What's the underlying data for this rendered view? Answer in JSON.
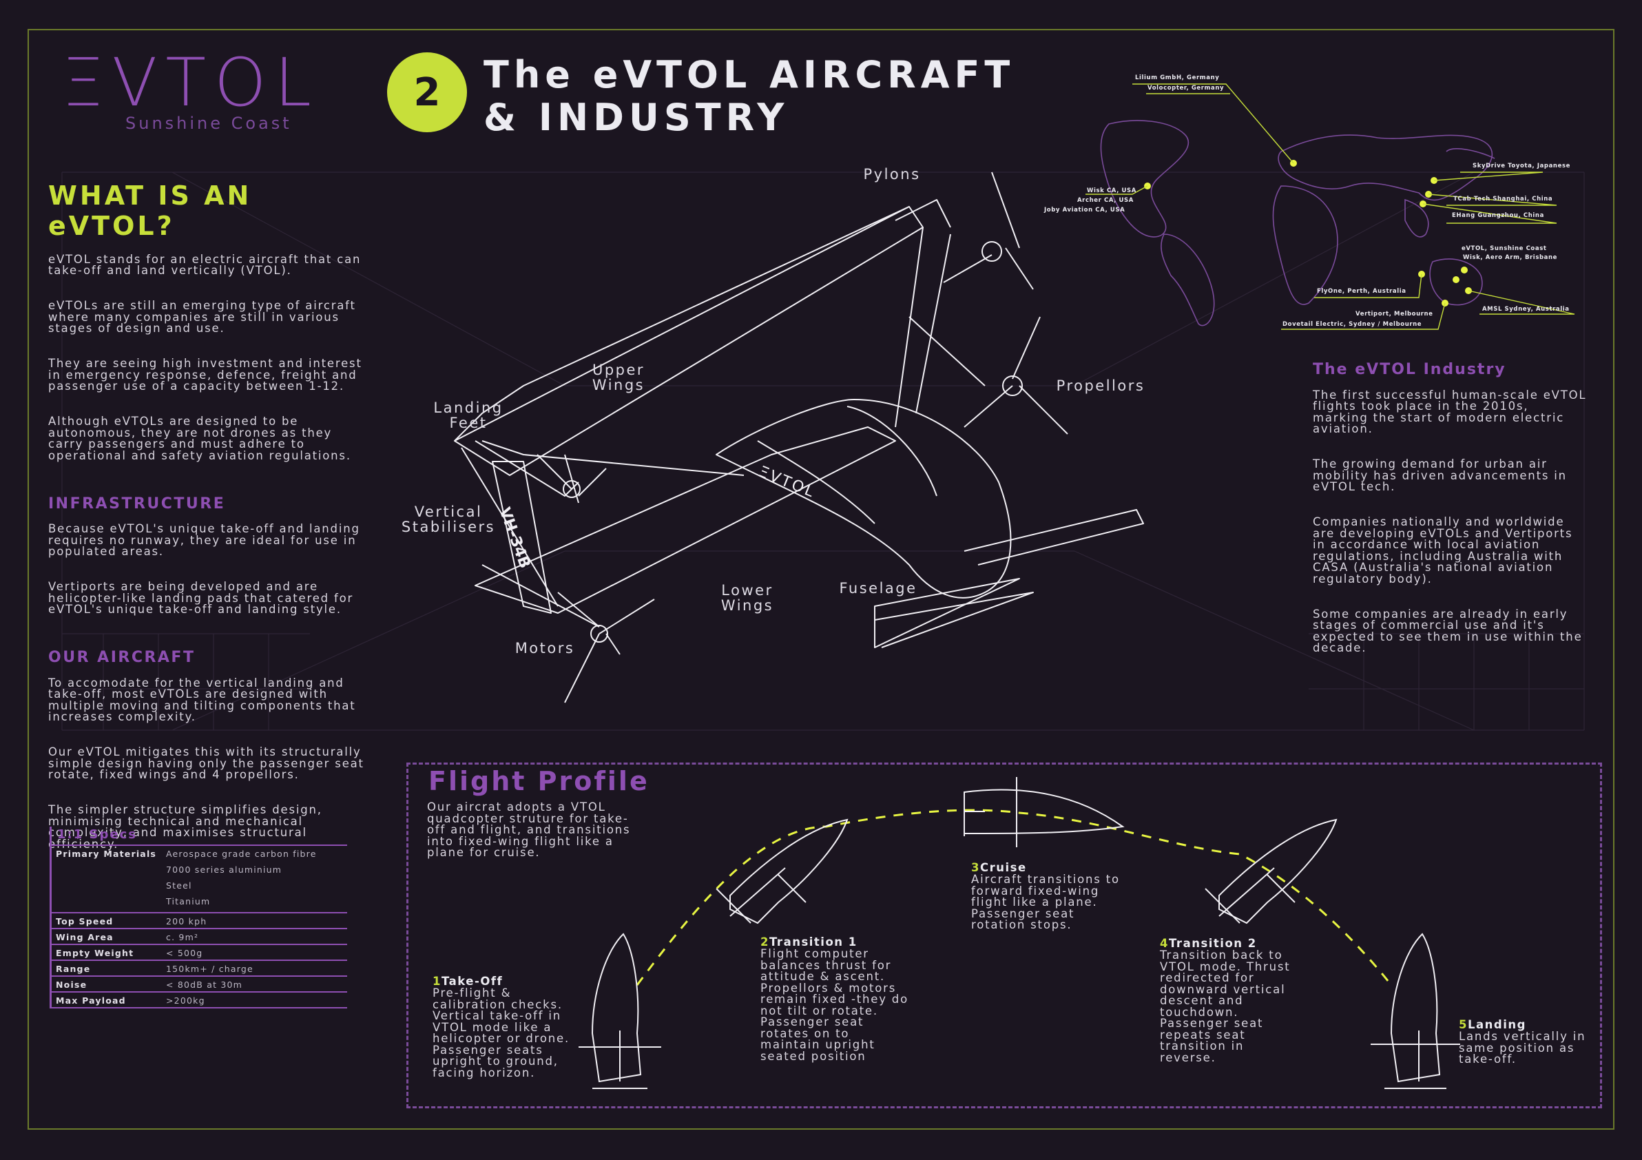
{
  "header": {
    "logo": "ΞVTOL",
    "logo_sub": "Sunshine Coast",
    "badge": "2",
    "title_line1": "The eVTOL AIRCRAFT",
    "title_line2": "& INDUSTRY"
  },
  "what_is": {
    "heading": "WHAT IS AN eVTOL?",
    "paras": [
      "eVTOL stands for an electric aircraft that can take-off and land vertically (VTOL).",
      "eVTOLs are still an emerging type of aircraft where many companies are still in various stages of design and use.",
      "They are seeing high investment and interest in emergency response, defence, freight and passenger use of a capacity between 1-12.",
      "Although eVTOLs are designed to be autonomous, they are not drones as they carry passengers and must adhere to operational and safety aviation regulations."
    ]
  },
  "infrastructure": {
    "heading": "INFRASTRUCTURE",
    "paras": [
      "Because  eVTOL's unique take-off and landing requires no runway, they are ideal for use in populated areas.",
      "Vertiports are being developed and are helicopter-like landing pads that catered for eVTOL's unique take-off and landing style."
    ]
  },
  "our_aircraft": {
    "heading": "OUR AIRCRAFT",
    "paras": [
      "To accomodate for the vertical landing and take-off, most eVTOLs are designed with multiple moving and tilting components that increases complexity.",
      "Our eVTOL mitigates this with its structurally simple design having only the passenger seat rotate, fixed wings and 4 propellors.",
      "The simpler structure simplifies design, minimising technical and mechanical complexity, and maximises structural efficiency."
    ]
  },
  "diagram_labels": {
    "pylons": "Pylons",
    "upper_wings": "Upper\nWings",
    "landing_feet": "Landing\nFeet",
    "propellors": "Propellors",
    "vertical_stabilisers": "Vertical\nStabilisers",
    "lower_wings": "Lower\nWings",
    "fuselage": "Fuselage",
    "motors": "Motors",
    "body_logo": "ΞVTOL",
    "tail_reg": "VH-34B"
  },
  "map_labels": [
    "Lilium GmbH, Germany",
    "Volocopter, Germany",
    "Wisk CA, USA",
    "Archer CA, USA",
    "Joby Aviation CA, USA",
    "SkyDrive Toyota, Japanese",
    "TCab Tech Shanghai, China",
    "EHang Guangzhou, China",
    "eVTOL, Sunshine Coast",
    "Wisk, Aero Arm, Brisbane",
    "FlyOne, Perth, Australia",
    "AMSL Sydney, Australia",
    "Vertiport, Melbourne",
    "Dovetail Electric, Sydney / Melbourne"
  ],
  "industry": {
    "heading": "The eVTOL Industry",
    "paras": [
      "The first successful human-scale eVTOL flights took place in the 2010s, marking the start of modern electric aviation.",
      "The growing demand for urban air mobility has driven advancements in eVTOL tech.",
      "Companies nationally and worldwide are developing eVTOLs and Vertiports in accordance with local aviation regulations, including Australia with CASA (Australia's national aviation regulatory body).",
      "Some companies are already in early stages of commercial use and it's expected to see them in use within the decade."
    ]
  },
  "specs": {
    "title": "1:1 Specs",
    "rows": [
      {
        "k": "Primary Materials",
        "v": [
          "Aerospace grade carbon fibre",
          "7000 series aluminium",
          "Steel",
          "Titanium"
        ]
      },
      {
        "k": "Top Speed",
        "v": [
          "200 kph"
        ]
      },
      {
        "k": "Wing Area",
        "v": [
          "c. 9m²"
        ]
      },
      {
        "k": "Empty Weight",
        "v": [
          "< 500g"
        ]
      },
      {
        "k": "Range",
        "v": [
          "150km+ / charge"
        ]
      },
      {
        "k": "Noise",
        "v": [
          "< 80dB at 30m"
        ]
      },
      {
        "k": "Max Payload",
        "v": [
          ">200kg"
        ]
      }
    ]
  },
  "flight_profile": {
    "title": "Flight Profile",
    "intro": "Our aircrat adopts a VTOL quadcopter struture for take-off and flight, and transitions into fixed-wing flight like a plane for cruise.",
    "stages": [
      {
        "num": "1",
        "title": "Take-Off",
        "text": "Pre-flight & calibration checks. Vertical take-off in VTOL mode like a helicopter or drone. Passenger seats upright to ground, facing horizon."
      },
      {
        "num": "2",
        "title": "Transition 1",
        "text": "Flight computer balances thrust for attitude & ascent. Propellors & motors remain fixed -they do not tilt or rotate. Passenger seat rotates on to maintain upright seated position"
      },
      {
        "num": "3",
        "title": "Cruise",
        "text": "Aircraft transitions to forward fixed-wing flight like a plane. Passenger seat rotation stops."
      },
      {
        "num": "4",
        "title": "Transition 2",
        "text": "Transition back to VTOL mode. Thrust redirected for downward vertical descent and touchdown. Passenger seat repeats seat transition in reverse."
      },
      {
        "num": "5",
        "title": "Landing",
        "text": "Lands vertically in same position as take-off."
      }
    ]
  },
  "colors": {
    "background": "#1b1520",
    "lime": "#c7df3a",
    "purple": "#8e4fb2"
  }
}
